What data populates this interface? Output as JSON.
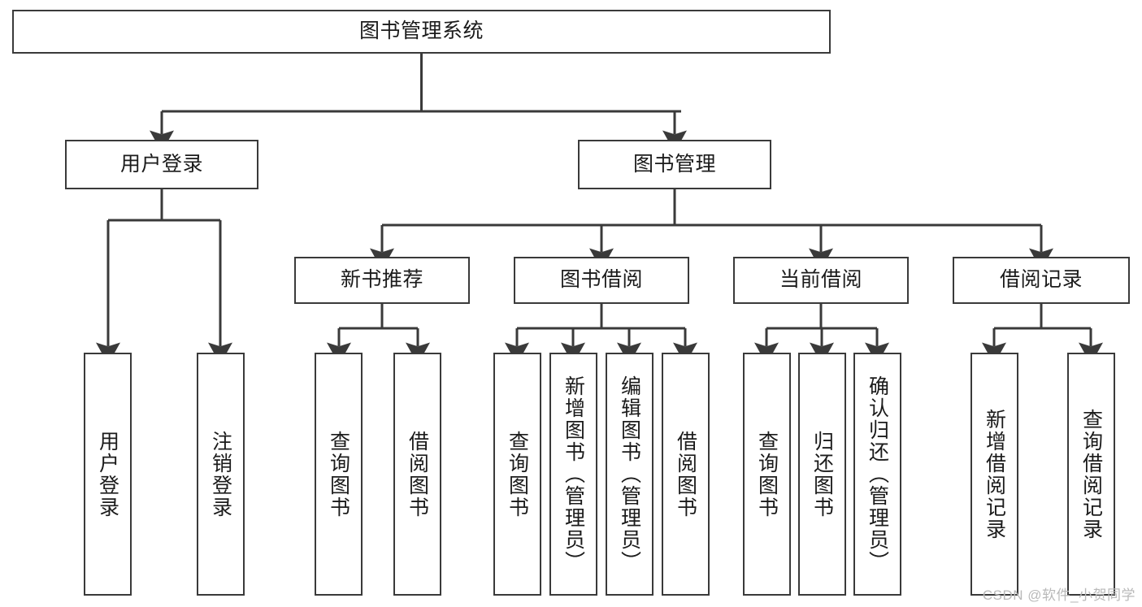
{
  "diagram": {
    "title": "图书管理系统",
    "watermark": "CSDN @软件_小贺同学",
    "colors": {
      "stroke": "#3a3a3a",
      "fill": "#ffffff",
      "text": "#1b1b1b",
      "watermark": "#b9b9b9"
    },
    "root": {
      "label": "图书管理系统"
    },
    "level1": [
      {
        "label": "用户登录"
      },
      {
        "label": "图书管理"
      }
    ],
    "level2": [
      {
        "label": "新书推荐"
      },
      {
        "label": "图书借阅"
      },
      {
        "label": "当前借阅"
      },
      {
        "label": "借阅记录"
      }
    ],
    "leaves": {
      "user_login": [
        {
          "label": "用户登录"
        },
        {
          "label": "注销登录"
        }
      ],
      "new_book": [
        {
          "label": "查询图书"
        },
        {
          "label": "借阅图书"
        }
      ],
      "book_borrow": [
        {
          "label": "查询图书"
        },
        {
          "label": "新增图书（管理员）"
        },
        {
          "label": "编辑图书（管理员）"
        },
        {
          "label": "借阅图书"
        }
      ],
      "current_borrow": [
        {
          "label": "查询图书"
        },
        {
          "label": "归还图书"
        },
        {
          "label": "确认归还（管理员）"
        }
      ],
      "borrow_record": [
        {
          "label": "新增借阅记录"
        },
        {
          "label": "查询借阅记录"
        }
      ]
    }
  }
}
